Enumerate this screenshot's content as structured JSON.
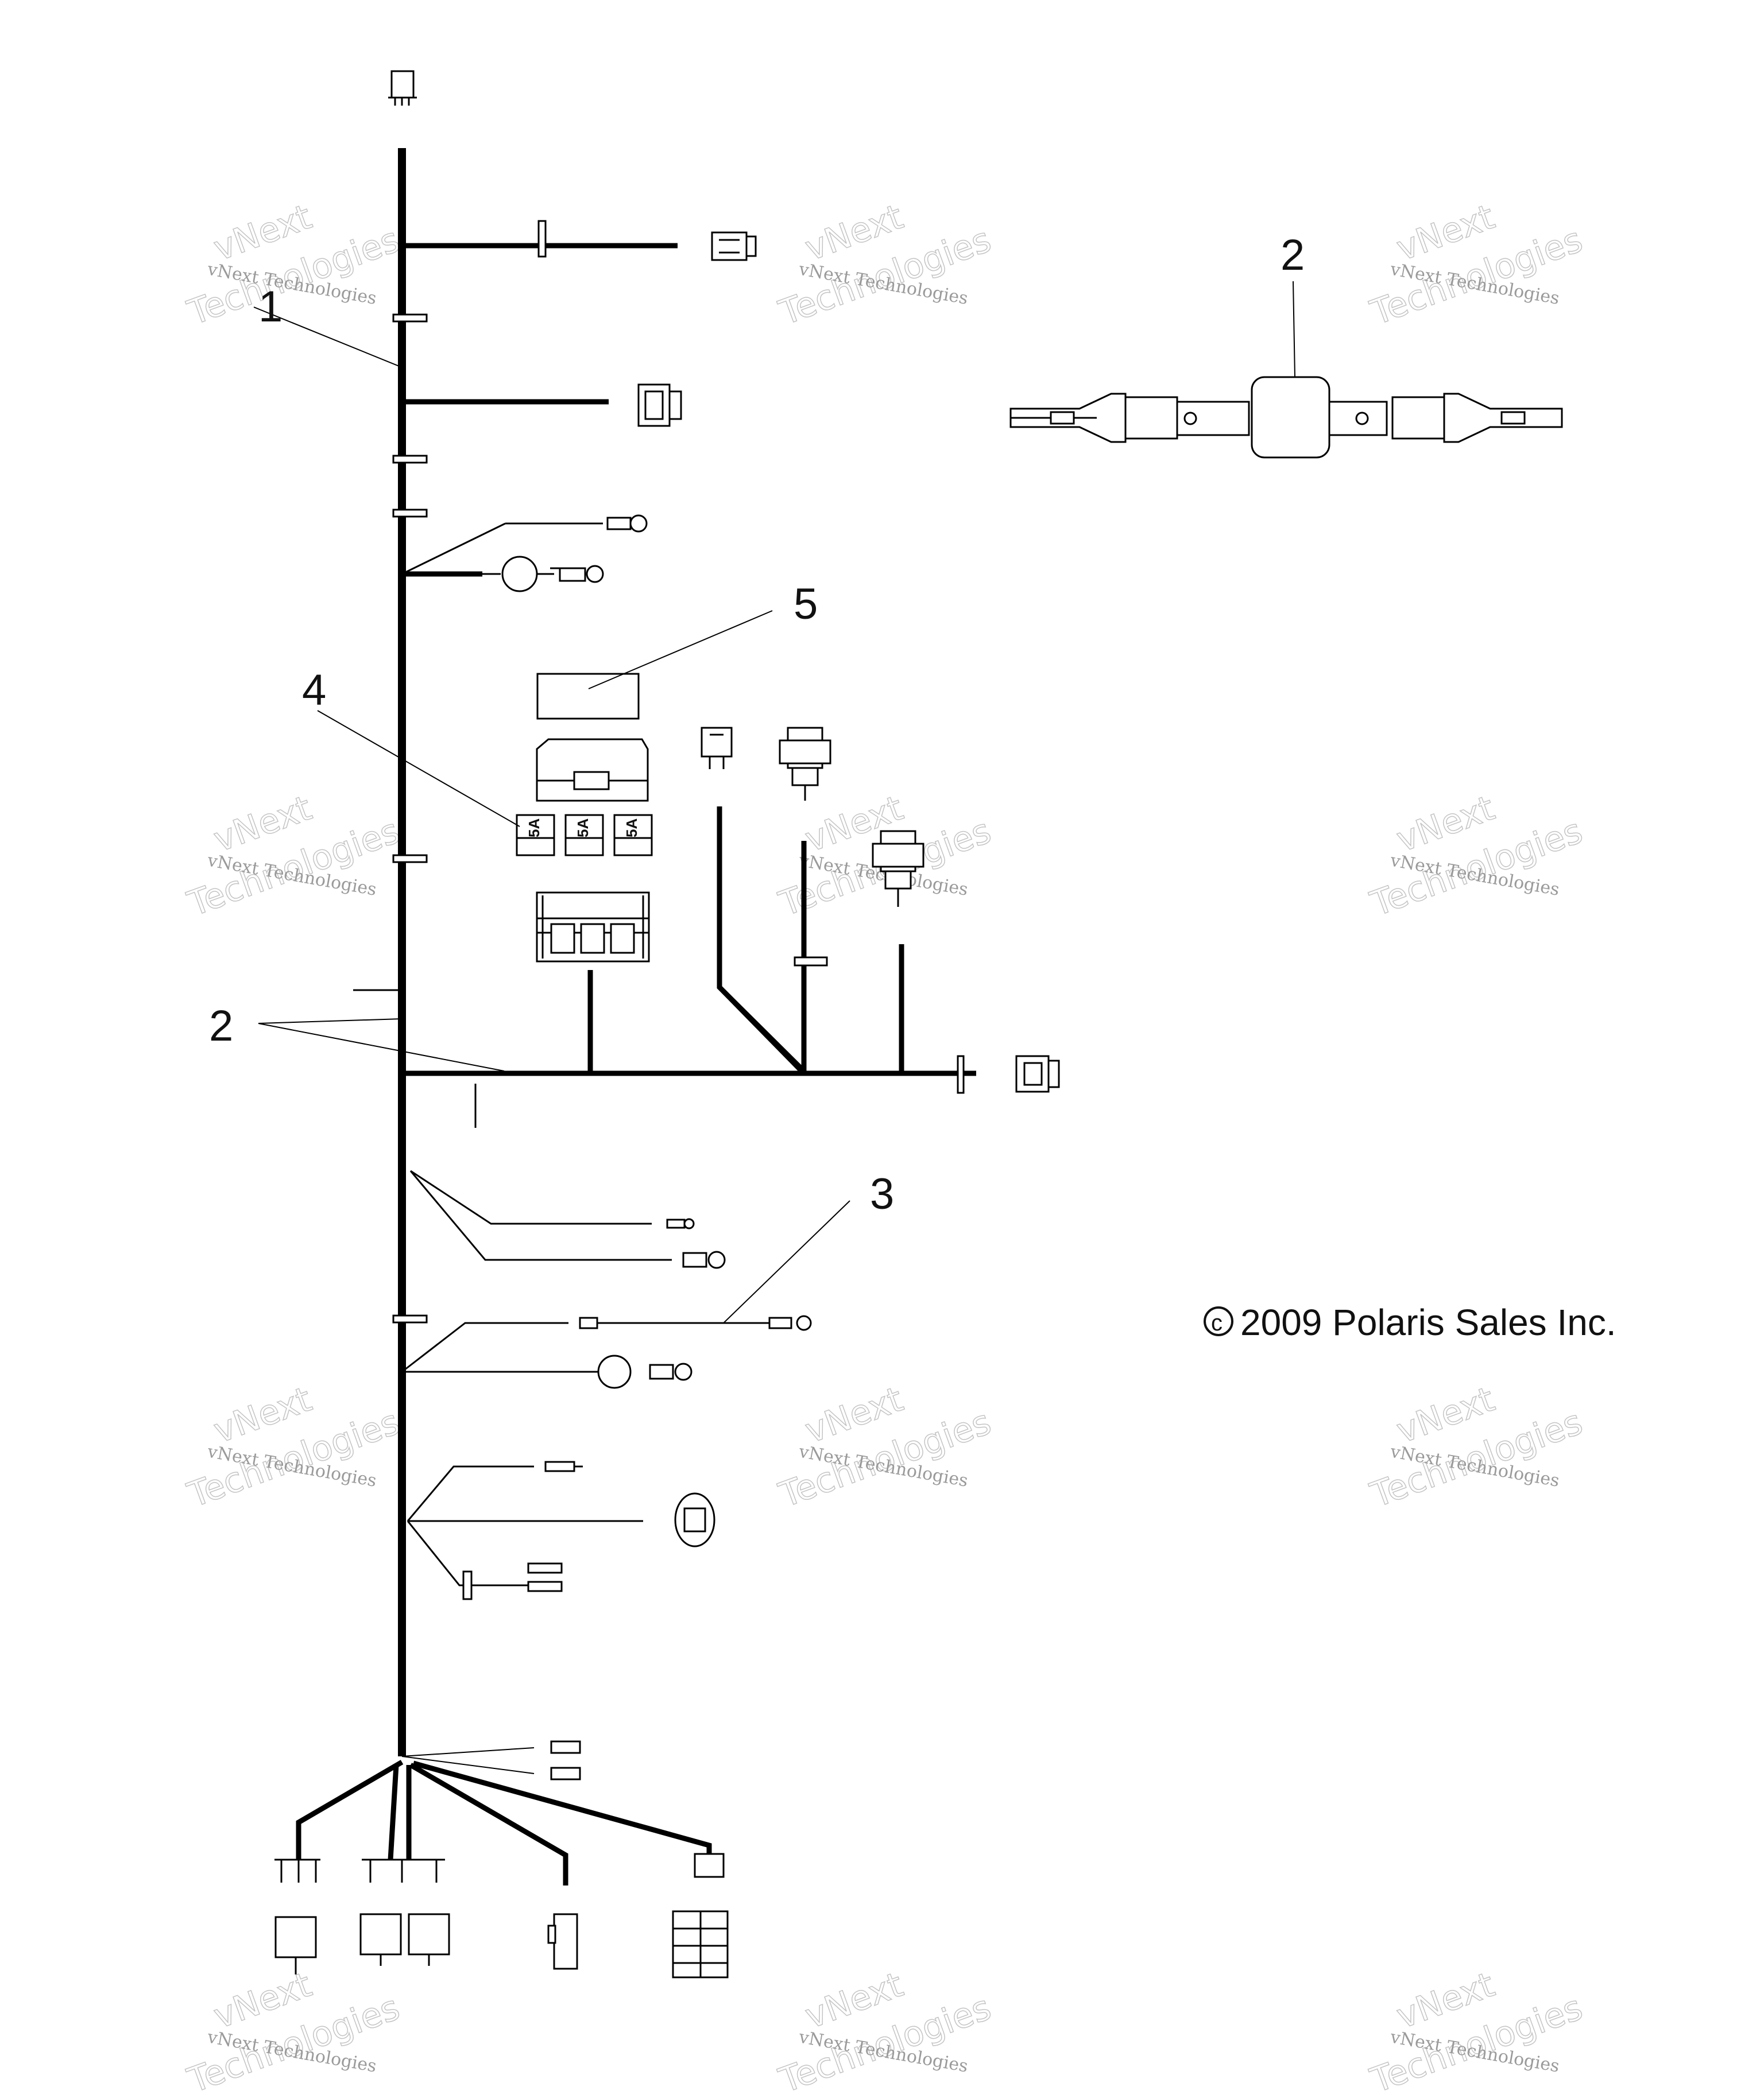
{
  "callouts": [
    {
      "id": "1",
      "label": "1"
    },
    {
      "id": "2-top",
      "label": "2"
    },
    {
      "id": "5",
      "label": "5"
    },
    {
      "id": "4",
      "label": "4"
    },
    {
      "id": "2-left",
      "label": "2"
    },
    {
      "id": "3",
      "label": "3"
    }
  ],
  "fuses": [
    "5A",
    "5A",
    "5A"
  ],
  "copyright": {
    "symbol": "c",
    "text": "2009 Polaris Sales Inc."
  },
  "watermark": {
    "line1": "vNext Technologies",
    "line2": "vNext",
    "line3": "Technologies"
  }
}
